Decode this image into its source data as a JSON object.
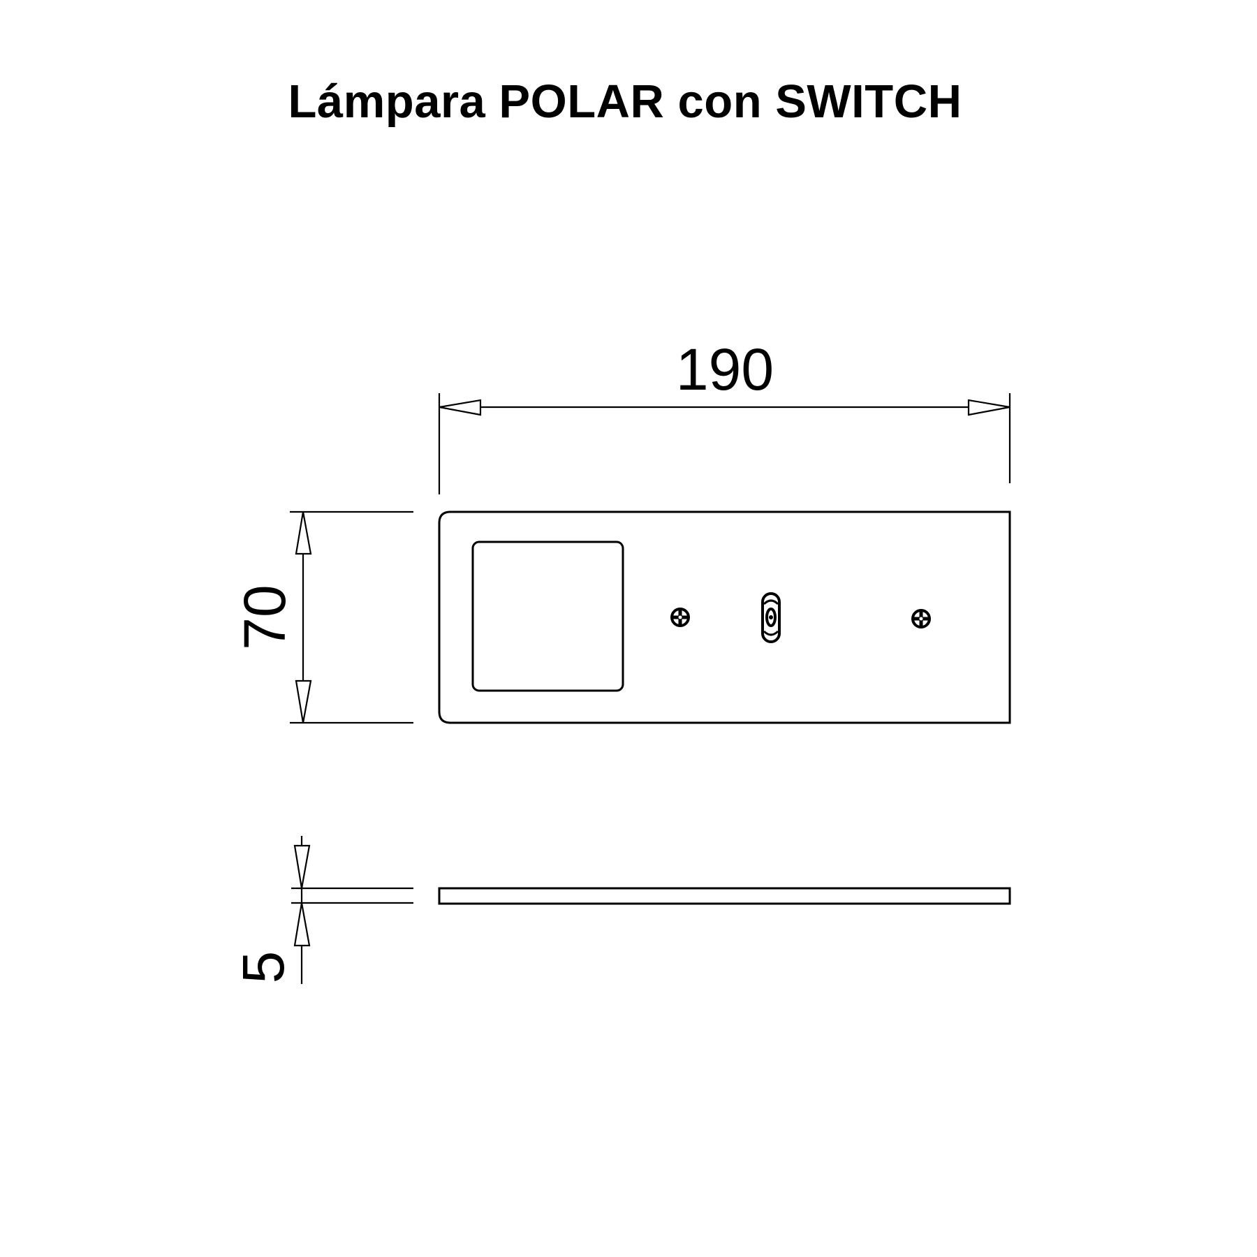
{
  "title": "Lámpara POLAR con SWITCH",
  "drawing": {
    "units": "mm",
    "top_view": {
      "label": "top-view",
      "components": [
        "light-panel",
        "screw-left",
        "slide-switch",
        "screw-right"
      ]
    },
    "side_view": {
      "label": "side-view"
    },
    "dimensions": {
      "length": "190",
      "width": "70",
      "thickness": "5"
    }
  },
  "colors": {
    "line": "#000000",
    "background": "#ffffff"
  }
}
